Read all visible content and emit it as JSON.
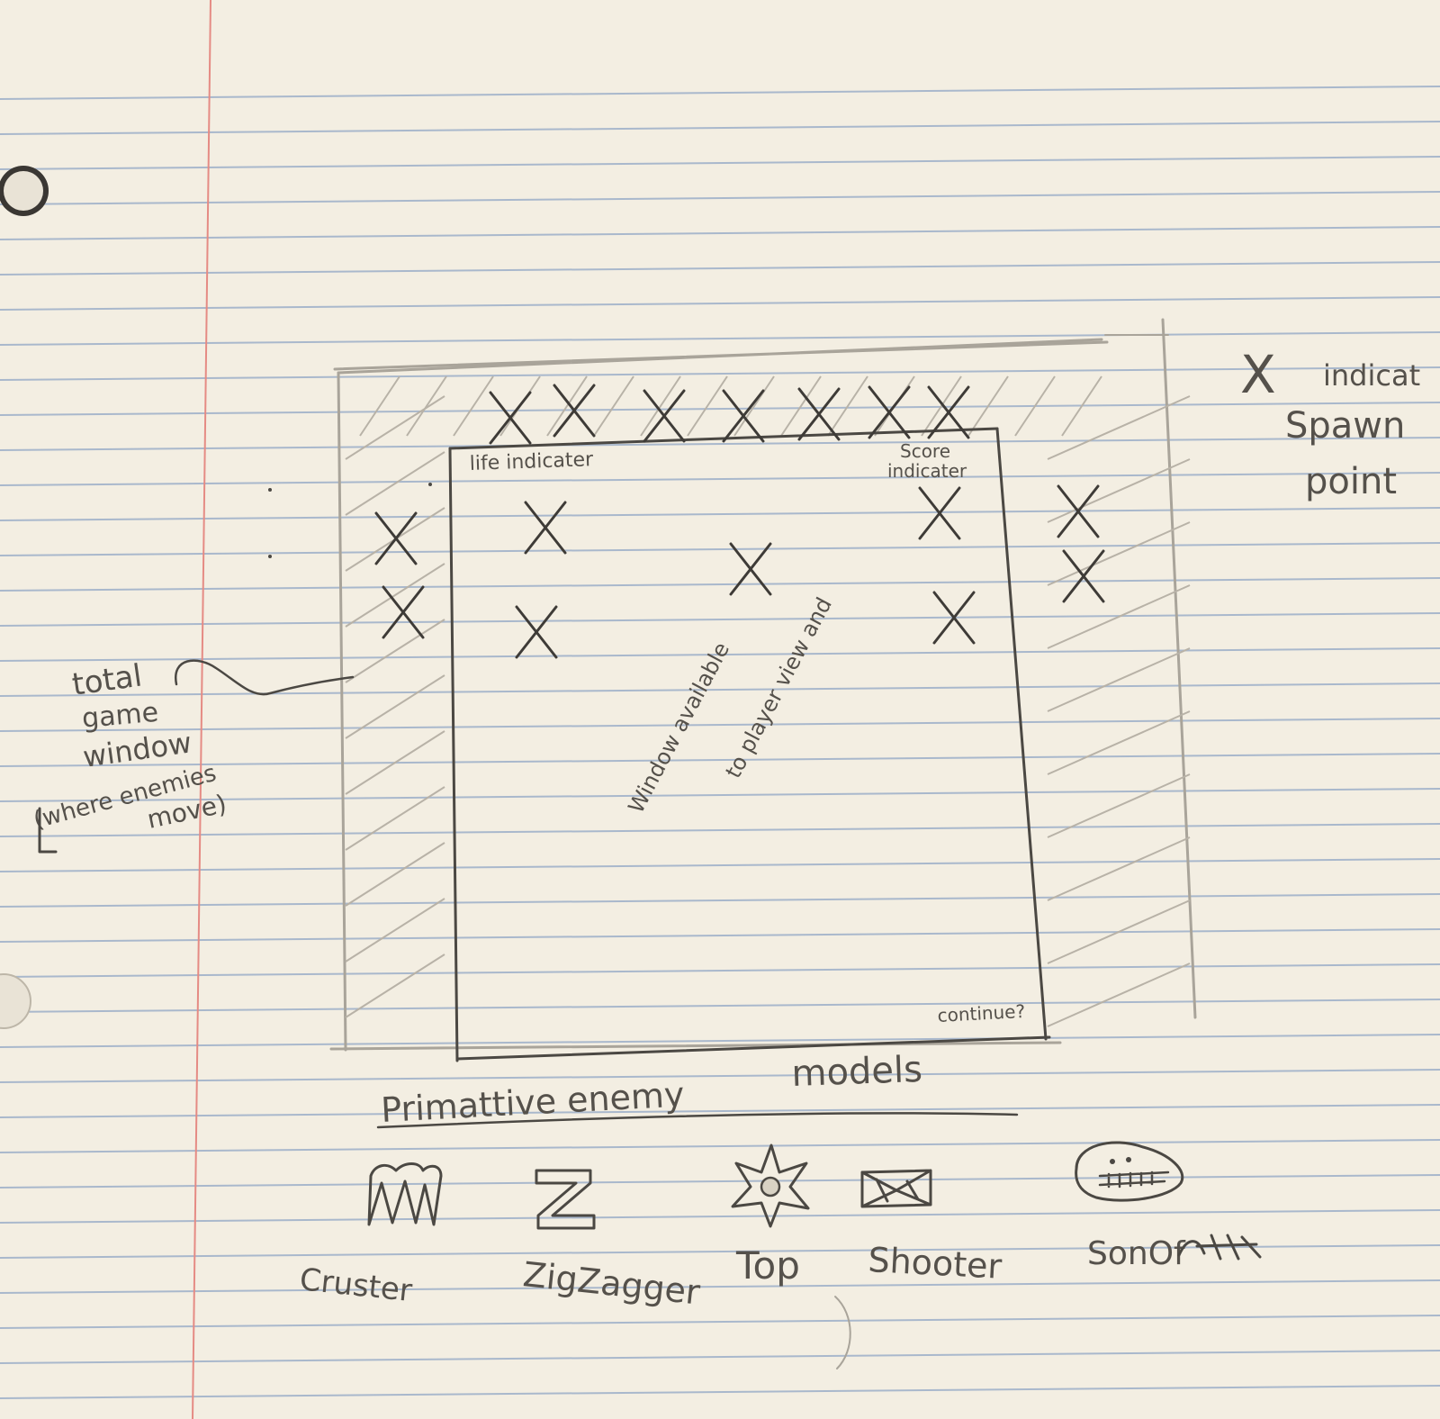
{
  "legend": {
    "marker": "X",
    "text_line1": "indicat",
    "text_line2": "Spawn",
    "text_line3": "point"
  },
  "labels": {
    "life": "life indicater",
    "score_line1": "Score",
    "score_line2": "indicater",
    "continue": "continue?",
    "player_window_line1": "Window available",
    "player_window_line2": "to player view and",
    "total_line1": "total",
    "total_line2": "game",
    "total_line3": "window",
    "total_line4": "(where enemies",
    "total_line5": "move)"
  },
  "enemies": {
    "heading_part1": "Primattive enemy",
    "heading_part2": "models",
    "names": [
      "Cruster",
      "ZigZagger",
      "Top",
      "Shooter",
      "SonOf"
    ]
  },
  "colors": {
    "paper": "#f3eee2",
    "rule_line": "#a9b8cc",
    "margin_line": "#e58b84",
    "pencil": "#4b4843"
  }
}
